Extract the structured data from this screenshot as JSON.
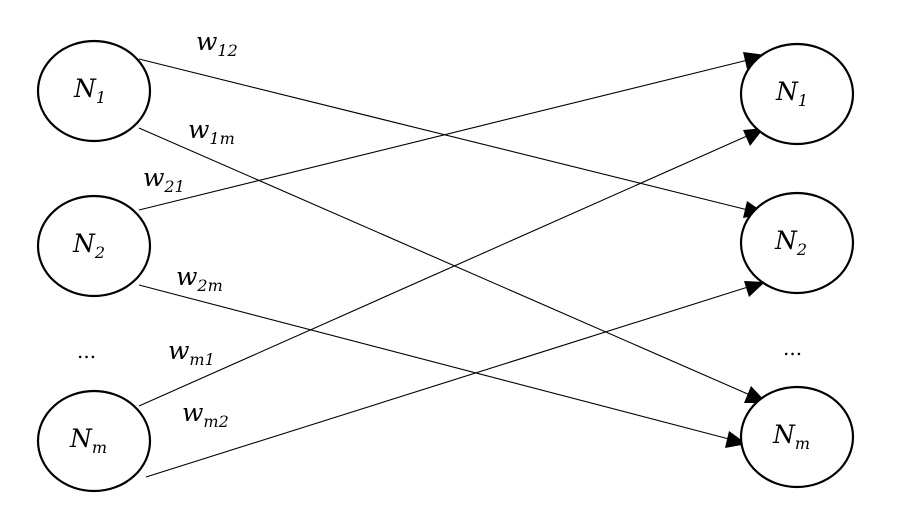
{
  "left_nodes": [
    {
      "letter": "N",
      "subscript": "1"
    },
    {
      "letter": "N",
      "subscript": "2"
    },
    {
      "letter": "N",
      "subscript": "m"
    }
  ],
  "right_nodes": [
    {
      "letter": "N",
      "subscript": "1"
    },
    {
      "letter": "N",
      "subscript": "2"
    },
    {
      "letter": "N",
      "subscript": "m"
    }
  ],
  "ellipsis": "...",
  "edges": [
    {
      "from": "left-n1",
      "to": "right-n2",
      "letter": "w",
      "subscript": "12"
    },
    {
      "from": "left-n1",
      "to": "right-nm",
      "letter": "w",
      "subscript": "1m"
    },
    {
      "from": "left-n2",
      "to": "right-n1",
      "letter": "w",
      "subscript": "21"
    },
    {
      "from": "left-n2",
      "to": "right-nm",
      "letter": "w",
      "subscript": "2m"
    },
    {
      "from": "left-nm",
      "to": "right-n1",
      "letter": "w",
      "subscript": "m1"
    },
    {
      "from": "left-nm",
      "to": "right-n2",
      "letter": "w",
      "subscript": "m2"
    }
  ]
}
